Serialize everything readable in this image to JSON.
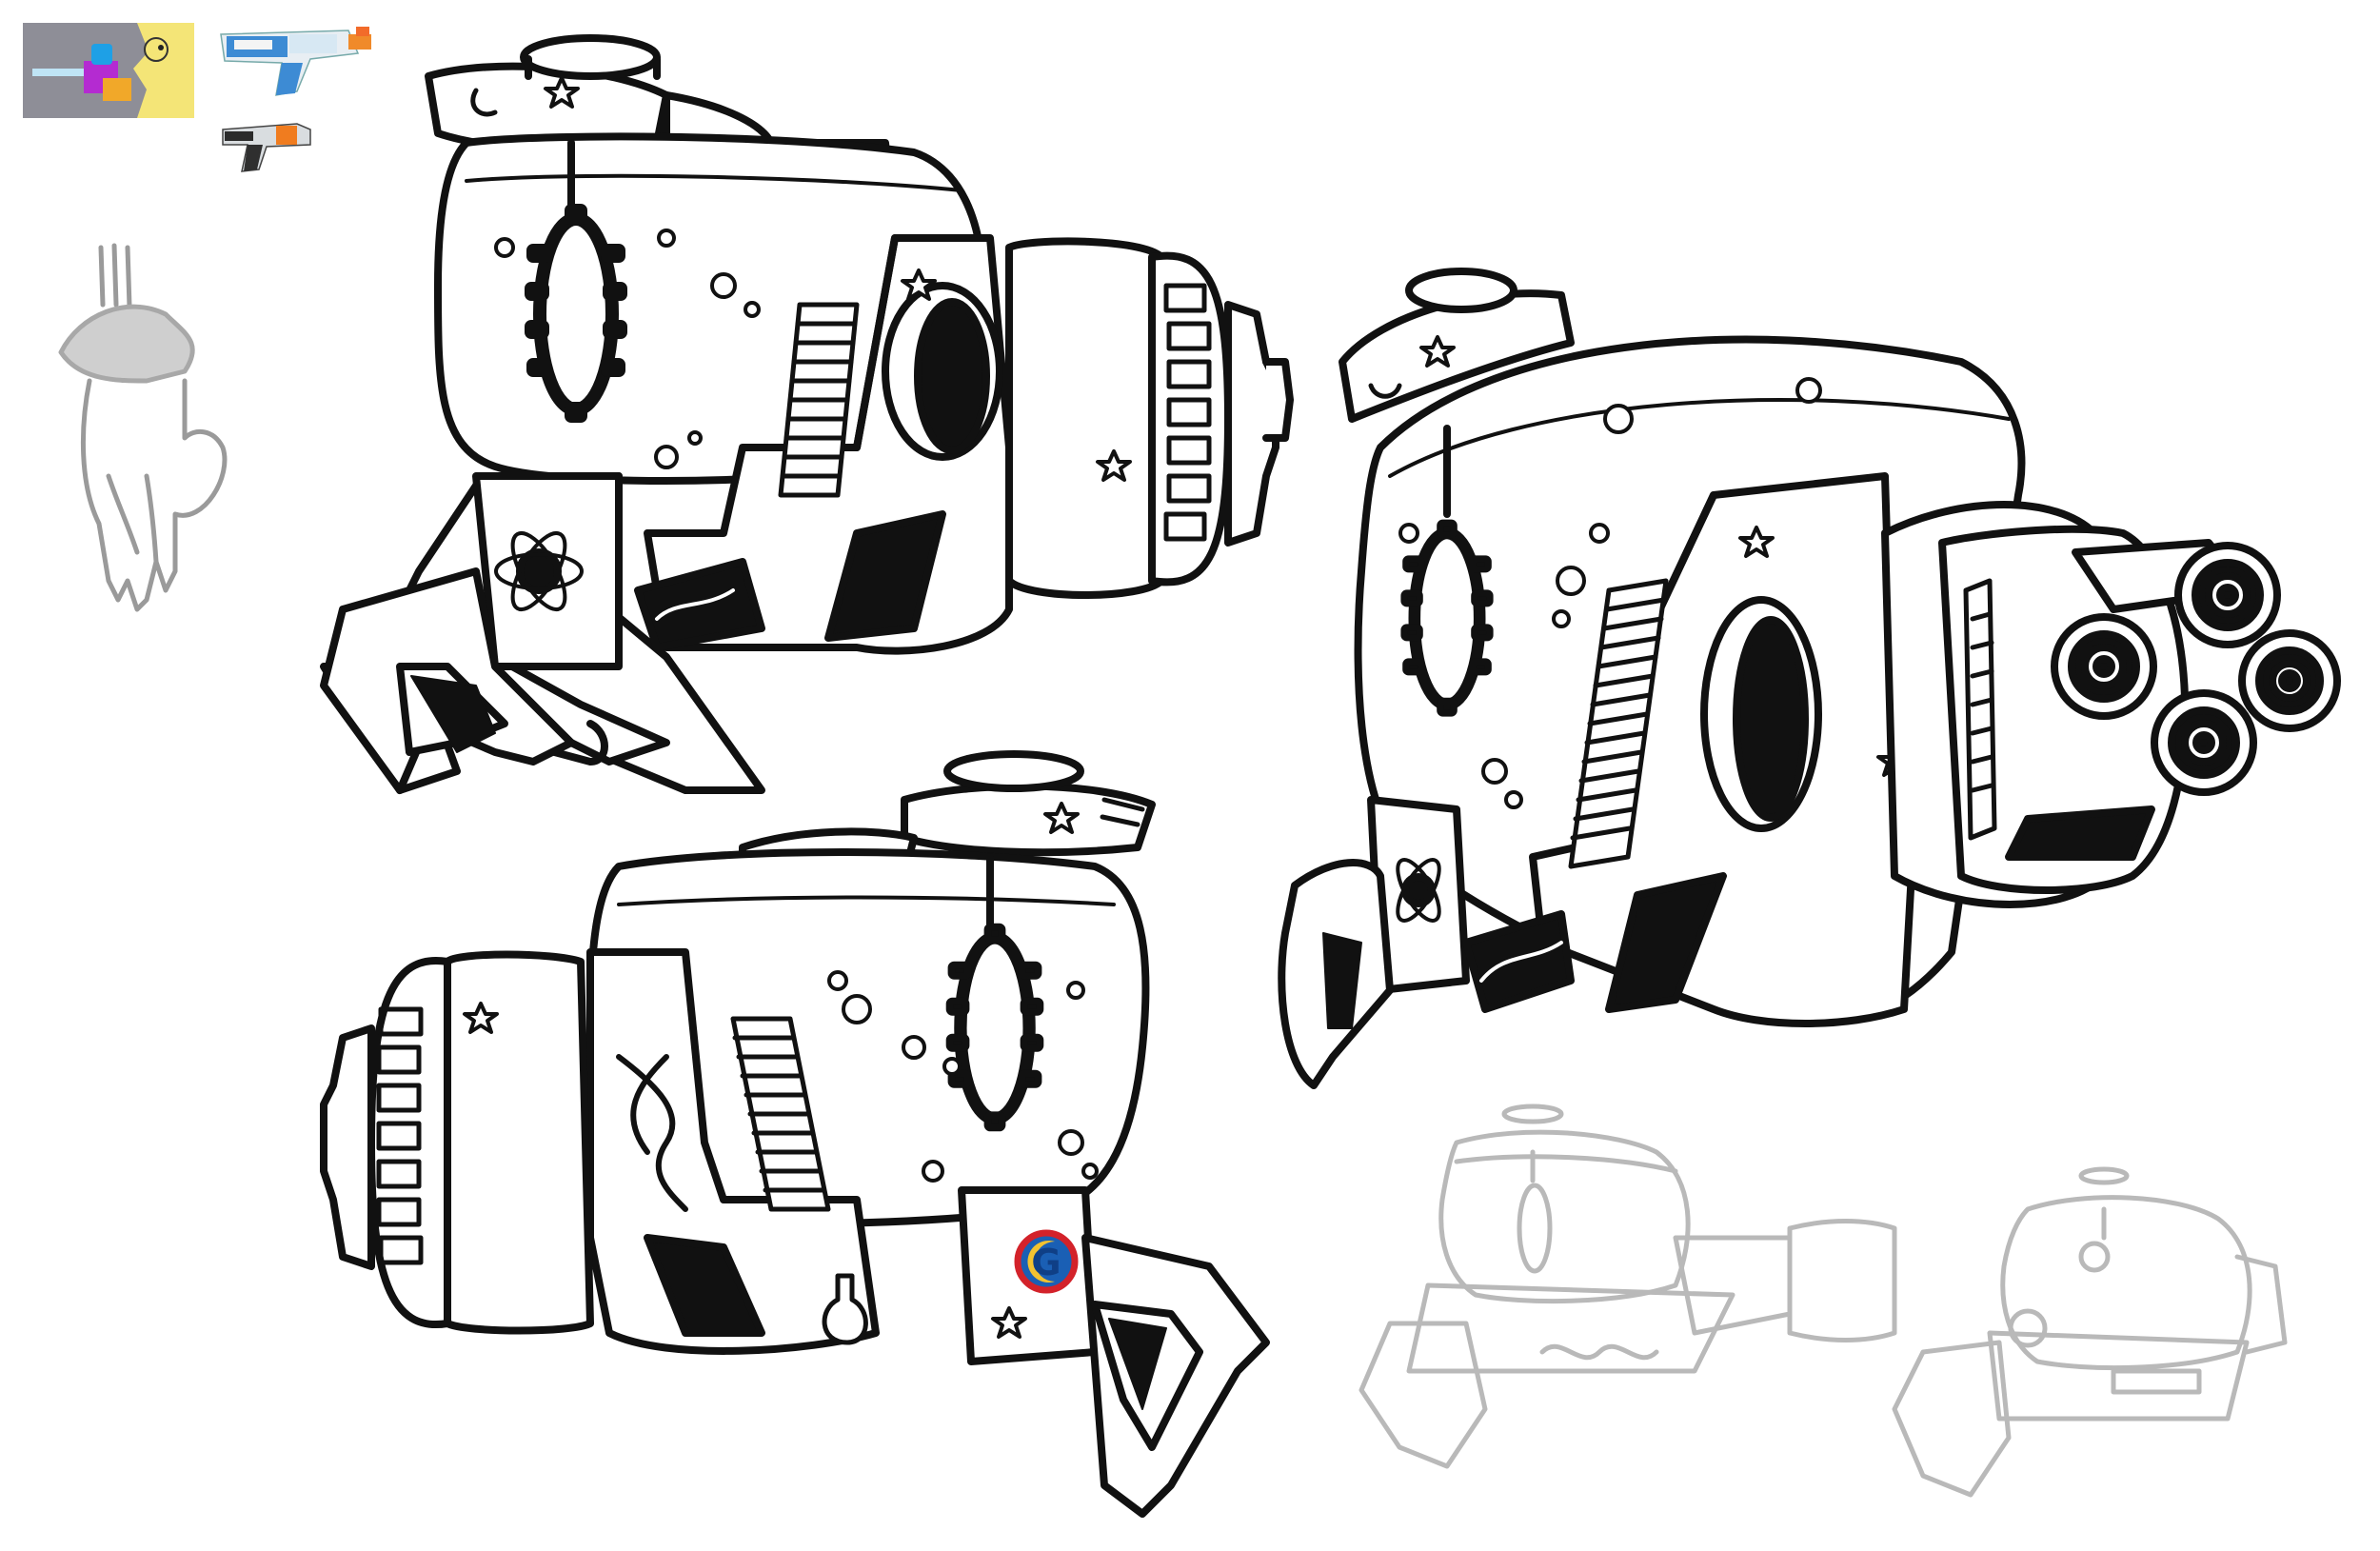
{
  "sheet": {
    "background": "#ffffff",
    "ink": "#111111",
    "sketch": "#b9b9b9"
  },
  "thumbnails": [
    {
      "icon": "cartoon-character-with-gun-thumbnail"
    },
    {
      "icon": "super-soaker-water-gun-thumbnail"
    },
    {
      "icon": "nerf-blaster-thumbnail"
    }
  ],
  "sketches": [
    {
      "icon": "gloved-hand-sketch"
    },
    {
      "icon": "ray-gun-variant-thumbnail-a"
    },
    {
      "icon": "ray-gun-variant-thumbnail-b"
    }
  ],
  "logo": {
    "letter": "G",
    "ring_color": "#d3222a",
    "fill_color": "#1a5fb4",
    "moon_color": "#f2c230"
  },
  "main_drawings": [
    {
      "icon": "ray-gun-side-view-right"
    },
    {
      "icon": "ray-gun-side-view-left"
    },
    {
      "icon": "ray-gun-three-quarter-view"
    }
  ]
}
